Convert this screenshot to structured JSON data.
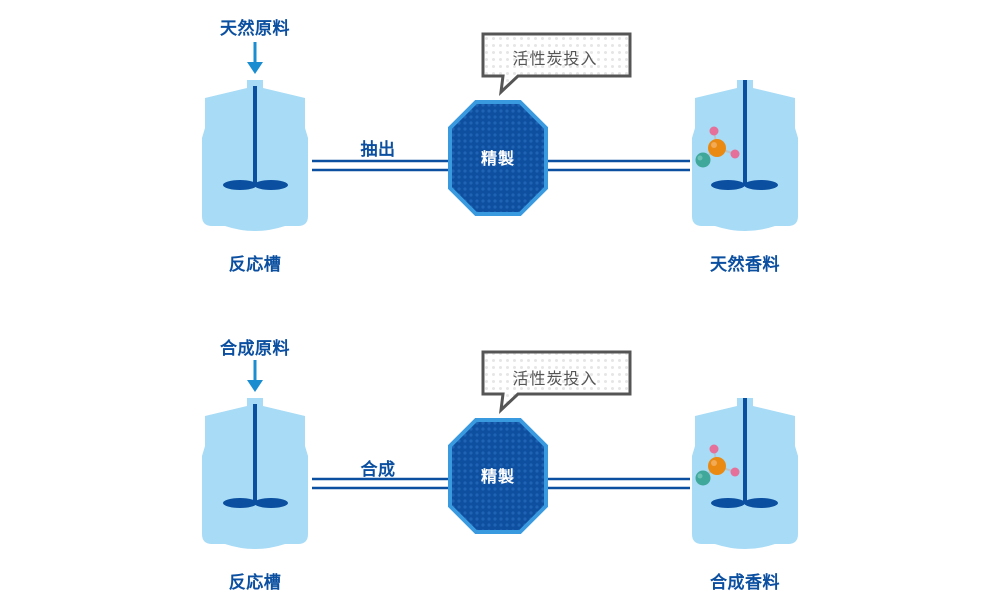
{
  "colors": {
    "tank": "#a7dbf6",
    "shaft": "#0b4fa0",
    "pipe": "#0b4fa0",
    "arrow": "#1a8cd0",
    "purifier_fill": "#0e4fa0",
    "purifier_border": "#3a9ae0",
    "bubble_border": "#555555",
    "label": "#0b4fa0",
    "atom_orange": "#ea8a12",
    "atom_teal": "#3fa89a",
    "atom_pink": "#e5709a"
  },
  "rows": [
    {
      "id": "natural",
      "raw_material_label": "天然原料",
      "process_label": "抽出",
      "bubble_label": "活性炭投入",
      "purifier_label": "精製",
      "reactor_label": "反応槽",
      "product_label": "天然香料"
    },
    {
      "id": "synthetic",
      "raw_material_label": "合成原料",
      "process_label": "合成",
      "bubble_label": "活性炭投入",
      "purifier_label": "精製",
      "reactor_label": "反応槽",
      "product_label": "合成香料"
    }
  ]
}
